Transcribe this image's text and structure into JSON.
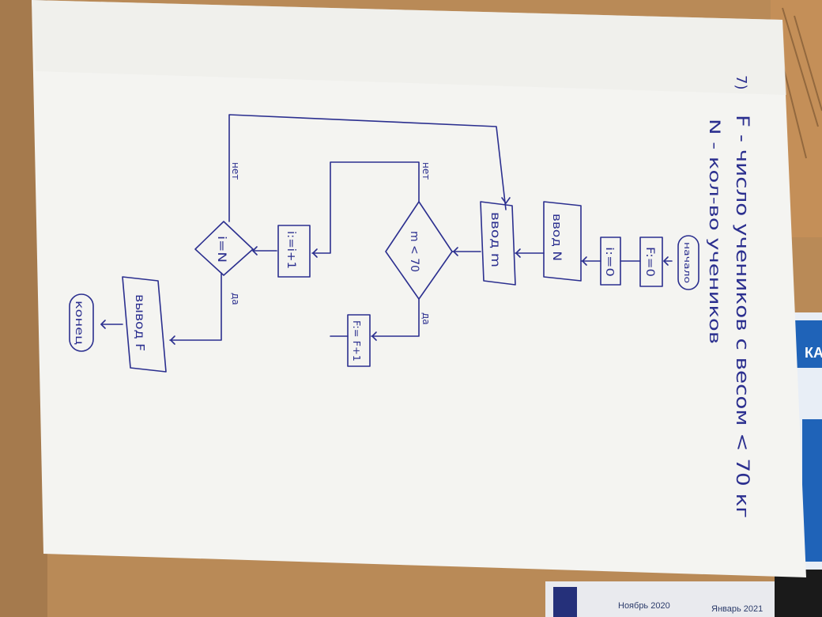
{
  "header": {
    "number": "7)",
    "line1": "F - число учеников с весом < 70 кг",
    "line2": "N - кол-во учеников"
  },
  "flowchart": {
    "start": "начало",
    "f_init": "F:=0",
    "i_init": "i:=0",
    "input_n": "ввод N",
    "input_m": "ввод m",
    "condition_m": "m < 70",
    "yes": "да",
    "no": "нет",
    "f_inc": "F:= F+1",
    "i_inc": "i:=i+1",
    "condition_i": "i=N",
    "output_f": "вывод F",
    "end": "конец"
  },
  "background": {
    "booklet_text": "КА",
    "calendar_left": "Ноябрь 2020",
    "calendar_right": "Январь 2021"
  }
}
